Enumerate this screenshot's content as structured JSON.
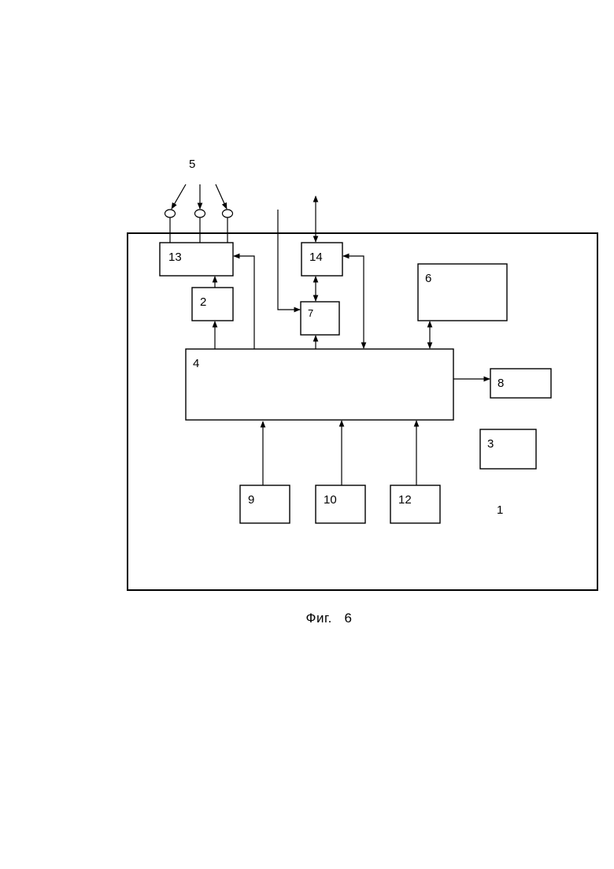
{
  "figure": {
    "caption": "Фиг.   6",
    "device_label": "1",
    "sensor_label": "5"
  },
  "blocks": [
    {
      "id": "b13",
      "label": "13"
    },
    {
      "id": "b2",
      "label": "2"
    },
    {
      "id": "b14",
      "label": "14"
    },
    {
      "id": "b7",
      "label": "7"
    },
    {
      "id": "b6",
      "label": "6"
    },
    {
      "id": "b4",
      "label": "4"
    },
    {
      "id": "b8",
      "label": "8"
    },
    {
      "id": "b3",
      "label": "3"
    },
    {
      "id": "b9",
      "label": "9"
    },
    {
      "id": "b10",
      "label": "10"
    },
    {
      "id": "b12",
      "label": "12"
    }
  ],
  "colors": {
    "stroke": "#000000",
    "background": "#ffffff"
  }
}
